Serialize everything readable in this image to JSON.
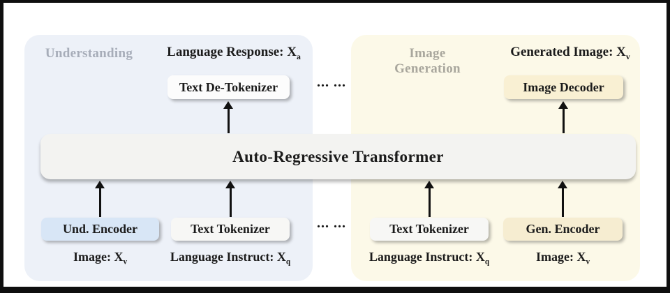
{
  "colors": {
    "frame": "#0f0f0f",
    "canvas": "#ffffff",
    "panel_understanding": "#edf1f8",
    "panel_generation": "#fcf9e8",
    "transformer_box": "#f3f3f1",
    "box_text_dark": "#1b1b1b",
    "section_label_understanding": "#a7adb9",
    "section_label_generation": "#a9a79d",
    "box_und_encoder": "#d8e6f6",
    "box_text_tokenizer": "#f7f7f5",
    "box_text_detokenizer": "#fcfcfc",
    "box_image_decoder": "#f9f0d3",
    "box_gen_encoder": "#f6edd1",
    "arrow": "#111111"
  },
  "transformer": {
    "label": "Auto-Regressive Transformer"
  },
  "dots": {
    "top": "∙∙∙ ∙∙∙",
    "bottom": "∙∙∙ ∙∙∙"
  },
  "understanding": {
    "section_label": "Understanding",
    "output_label": {
      "text": "Language Response: X",
      "sub": "a"
    },
    "detokenizer_box": "Text De-Tokenizer",
    "und_encoder_box": "Und. Encoder",
    "text_tokenizer_box": "Text Tokenizer",
    "image_input_label": {
      "text": "Image: X",
      "sub": "v"
    },
    "instruct_input_label": {
      "text": "Language Instruct: X",
      "sub": "q"
    }
  },
  "generation": {
    "section_label": "Image Generation",
    "output_label": {
      "text": "Generated Image: X",
      "sub": "v"
    },
    "decoder_box": "Image Decoder",
    "text_tokenizer_box": "Text Tokenizer",
    "gen_encoder_box": "Gen. Encoder",
    "instruct_input_label": {
      "text": "Language Instruct: X",
      "sub": "q"
    },
    "image_input_label": {
      "text": "Image: X",
      "sub": "v"
    }
  }
}
